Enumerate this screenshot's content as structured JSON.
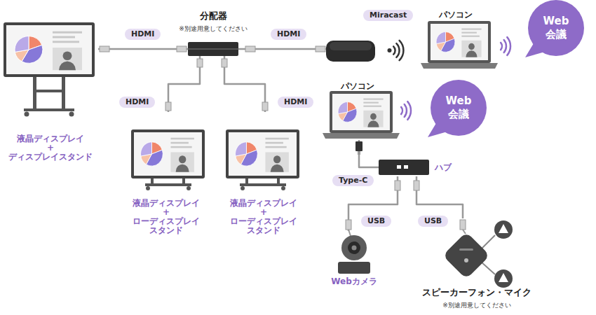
{
  "diagram": {
    "nodes": [
      {
        "text": [
          "液晶ディスプレイ + ディスプレイスタンド"
        ]
      },
      {
        "text": [
          "分配器",
          "※別途用意してください"
        ]
      },
      {
        "text": []
      },
      {
        "text": [
          "パソコン"
        ]
      },
      {
        "text": [
          "Web 会議"
        ]
      },
      {
        "text": [
          "液晶ディスプレイ + ローディスプレイ スタンド"
        ]
      },
      {
        "text": [
          "液晶ディスプレイ + ローディスプレイ スタンド"
        ]
      },
      {
        "text": [
          "パソコン"
        ]
      },
      {
        "text": [
          "Web 会議"
        ]
      },
      {
        "text": [
          "ハブ"
        ]
      },
      {
        "text": [
          "Webカメラ"
        ]
      },
      {
        "text": [
          "スピーカーフォン・マイク",
          "※別途用意してください"
        ]
      }
    ],
    "edges": [
      {
        "from": 0,
        "to": 1,
        "label": "HDMI",
        "arrow": "none"
      },
      {
        "from": 1,
        "to": 2,
        "label": "HDMI",
        "arrow": "none"
      },
      {
        "from": 2,
        "to": 3,
        "label": "Miracast",
        "arrow": "none"
      },
      {
        "from": 3,
        "to": 4,
        "arrow": "none"
      },
      {
        "from": 1,
        "to": 5,
        "label": "HDMI",
        "arrow": "none"
      },
      {
        "from": 1,
        "to": 6,
        "label": "HDMI",
        "arrow": "none"
      },
      {
        "from": 7,
        "to": 8,
        "arrow": "none"
      },
      {
        "from": 7,
        "to": 9,
        "label": "Type-C",
        "arrow": "none"
      },
      {
        "from": 9,
        "to": 10,
        "label": "USB",
        "arrow": "none"
      },
      {
        "from": 9,
        "to": 11,
        "label": "USB",
        "arrow": "none"
      }
    ]
  }
}
